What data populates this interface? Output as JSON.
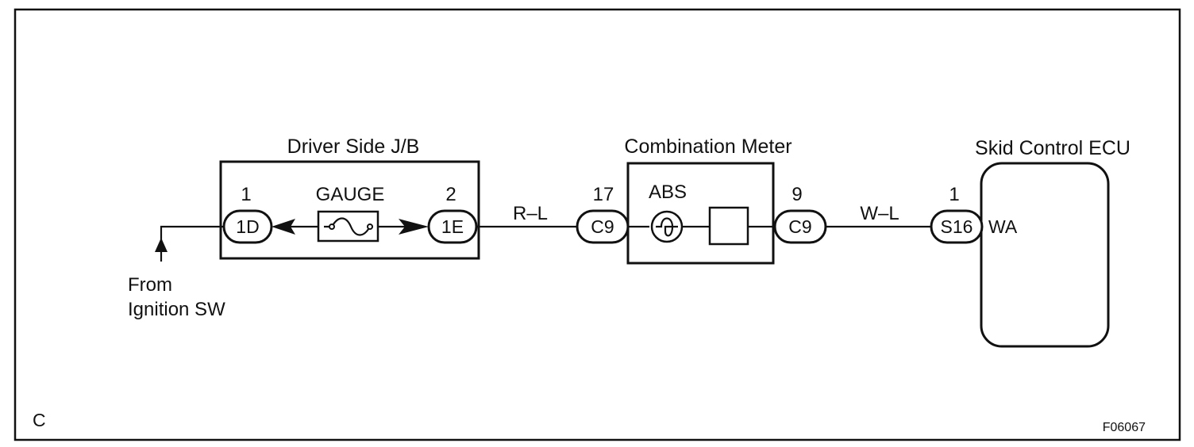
{
  "components": {
    "jb": {
      "title": "Driver Side J/B",
      "fuse_label": "GAUGE"
    },
    "meter": {
      "title": "Combination Meter",
      "lamp_label": "ABS"
    },
    "ecu": {
      "title": "Skid Control ECU",
      "terminal_label": "WA"
    }
  },
  "connectors": {
    "c1d": {
      "code": "1D",
      "pin": "1"
    },
    "c1e": {
      "code": "1E",
      "pin": "2"
    },
    "c9_in": {
      "code": "C9",
      "pin": "17"
    },
    "c9_out": {
      "code": "C9",
      "pin": "9"
    },
    "s16": {
      "code": "S16",
      "pin": "1"
    }
  },
  "wires": {
    "jb_to_meter": "R–L",
    "meter_to_ecu": "W–L"
  },
  "source": {
    "line1": "From",
    "line2": "Ignition SW"
  },
  "footer": {
    "corner_letter": "C",
    "figure_code": "F06067"
  }
}
